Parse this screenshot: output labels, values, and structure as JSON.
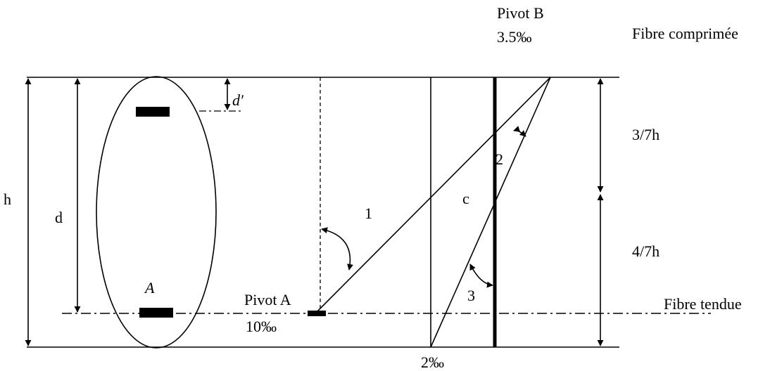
{
  "labels": {
    "pivot_b": "Pivot B",
    "pivot_b_strain": "3.5‰",
    "fibre_comprimee": "Fibre comprimée",
    "fibre_tendue": "Fibre tendue",
    "h": "h",
    "d": "d",
    "d_prime": "d′",
    "steel_area": "A",
    "pivot_a": "Pivot A",
    "pivot_a_strain": "10‰",
    "strain_2": "2‰",
    "upper_ratio": "3/7h",
    "lower_ratio": "4/7h",
    "domain_1": "1",
    "domain_2": "2",
    "domain_3": "3",
    "pivot_c": "c"
  }
}
